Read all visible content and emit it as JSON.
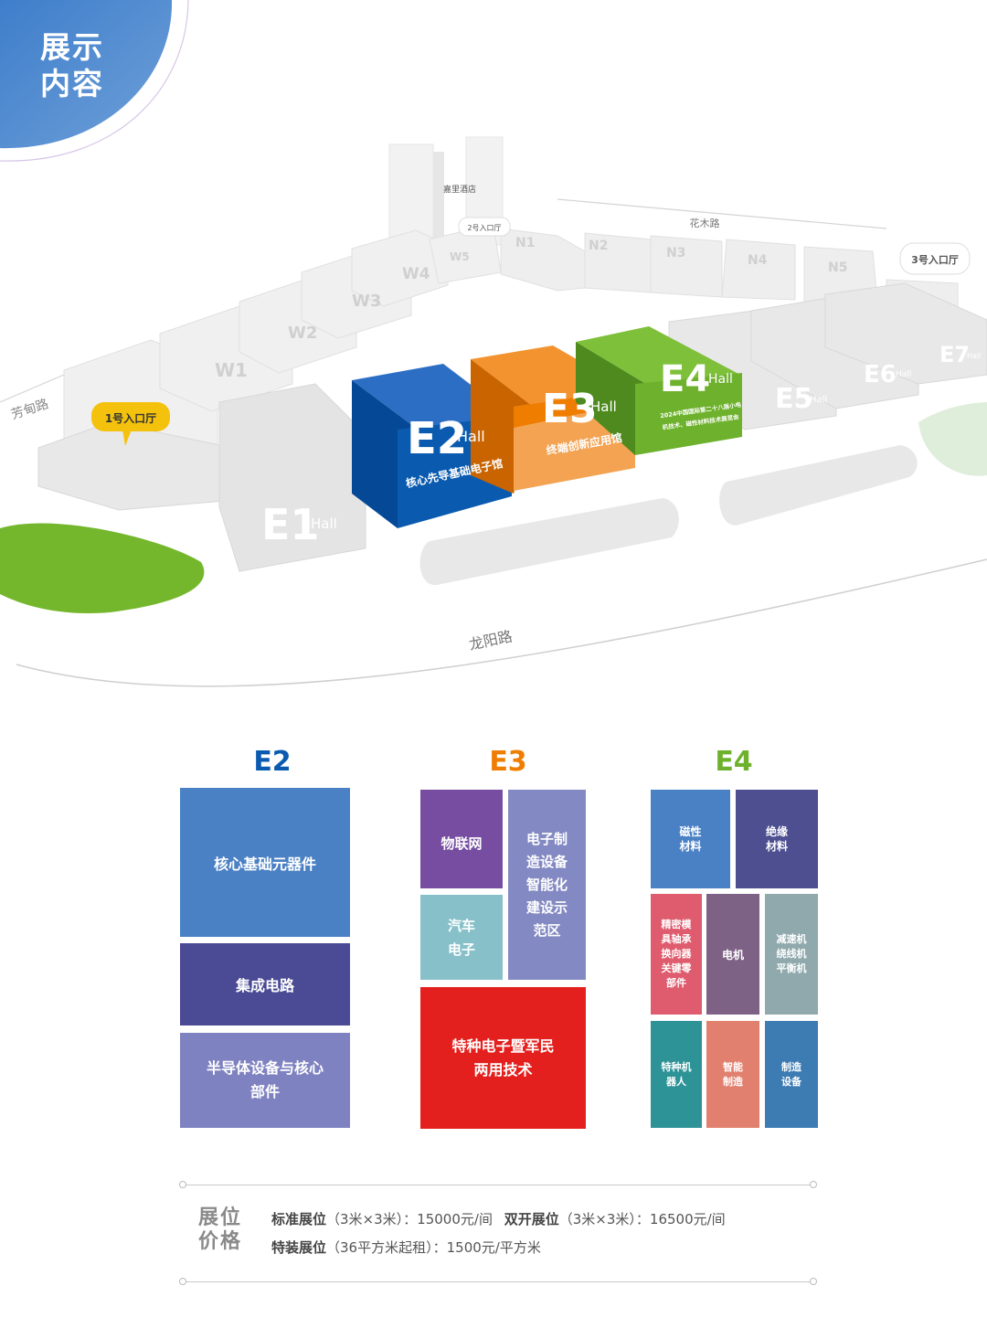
{
  "header": {
    "line1": "展示",
    "line2": "内容"
  },
  "map": {
    "roads": {
      "fangdian": "芳甸路",
      "huamu": "花木路",
      "longyang": "龙阳路"
    },
    "entrances": {
      "e1": "1号入口厅",
      "e2": "2号入口厅",
      "e3": "3号入口厅"
    },
    "hotel": "嘉里酒店",
    "hall_word": "Hall",
    "halls": {
      "E1": "E1",
      "E2": "E2",
      "E3": "E3",
      "E4": "E4",
      "E5": "E5",
      "E6": "E6",
      "E7": "E7",
      "W1": "W1",
      "W2": "W2",
      "W3": "W3",
      "W4": "W4",
      "W5": "W5",
      "N1": "N1",
      "N2": "N2",
      "N3": "N3",
      "N4": "N4",
      "N5": "N5"
    },
    "e2_name": "核心先导基础电子馆",
    "e3_name": "终端创新应用馆",
    "e4_name_line1": "2024中国国际第二十八届小电",
    "e4_name_line2": "机技术、磁性材料技术展览会",
    "colors": {
      "e2": "#0a5bb0",
      "e3": "#ef7d00",
      "e4": "#6db12c",
      "green_area": "#74b72c"
    }
  },
  "sections": {
    "e2": {
      "title": "E2",
      "color": "#0a5bb0",
      "blocks": [
        "核心基础元器件",
        "集成电路",
        "半导体设备与核心部件"
      ]
    },
    "e3": {
      "title": "E3",
      "color": "#ef7d00",
      "blocks": [
        "物联网",
        "电子制造设备智能化建设示范区",
        "汽车电子",
        "特种电子暨军民两用技术"
      ]
    },
    "e4": {
      "title": "E4",
      "color": "#6db12c",
      "blocks": [
        "磁性材料",
        "绝缘材料",
        "精密模具轴承换向器关键零部件",
        "电机",
        "减速机绕线机平衡机",
        "特种机器人",
        "智能制造",
        "制造设备"
      ]
    }
  },
  "price": {
    "title1": "展位",
    "title2": "价格",
    "row1_a_label": "标准展位",
    "row1_a_text": "（3米×3米）：15000元/间",
    "row1_b_label": "双开展位",
    "row1_b_text": "（3米×3米）：16500元/间",
    "row2_label": "特装展位",
    "row2_text": "（36平方米起租）：1500元/平方米"
  }
}
